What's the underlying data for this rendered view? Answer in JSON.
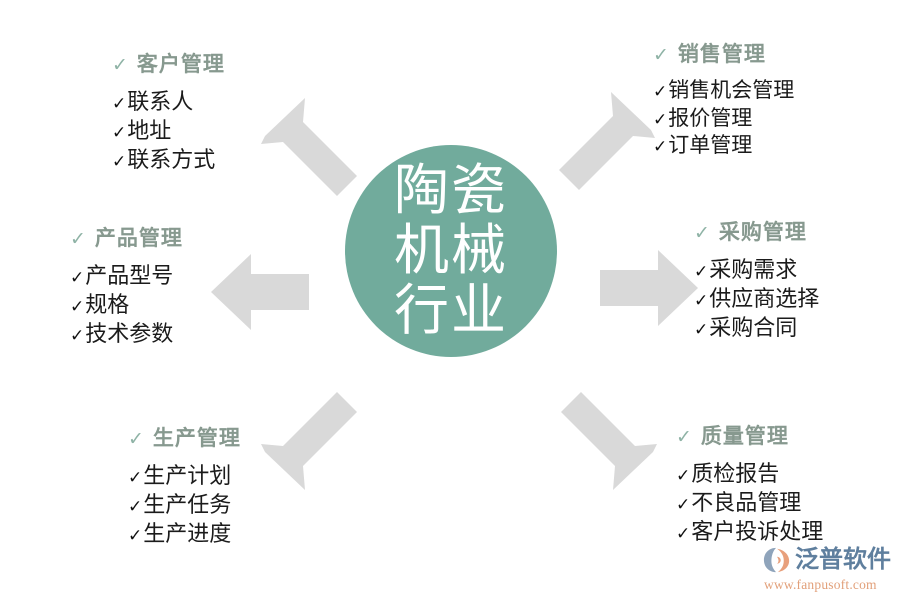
{
  "center": {
    "lines": [
      "陶瓷",
      "机械",
      "行业"
    ],
    "background_color": "#71ab9c",
    "text_color": "#ffffff"
  },
  "theme": {
    "heading_color": "#87998f",
    "heading_check_color": "#8fb3a6",
    "item_color": "#1b1b1b",
    "arrow_color": "#d9d9d9",
    "background": "#ffffff"
  },
  "sections": {
    "customer": {
      "check": "✓",
      "title": "客户管理",
      "items": [
        {
          "check": "✓",
          "label": "联系人"
        },
        {
          "check": "✓",
          "label": "地址"
        },
        {
          "check": "✓",
          "label": "联系方式"
        }
      ]
    },
    "sales": {
      "check": "✓",
      "title": "销售管理",
      "items": [
        {
          "check": "✓",
          "label": "销售机会管理"
        },
        {
          "check": "✓",
          "label": "报价管理"
        },
        {
          "check": "✓",
          "label": "订单管理"
        }
      ]
    },
    "product": {
      "check": "✓",
      "title": "产品管理",
      "items": [
        {
          "check": "✓",
          "label": "产品型号"
        },
        {
          "check": "✓",
          "label": "规格"
        },
        {
          "check": "✓",
          "label": "技术参数"
        }
      ]
    },
    "purchase": {
      "check": "✓",
      "title": "采购管理",
      "items": [
        {
          "check": "✓",
          "label": "采购需求"
        },
        {
          "check": "✓",
          "label": "供应商选择"
        },
        {
          "check": "✓",
          "label": "采购合同"
        }
      ]
    },
    "production": {
      "check": "✓",
      "title": "生产管理",
      "items": [
        {
          "check": "✓",
          "label": "生产计划"
        },
        {
          "check": "✓",
          "label": "生产任务"
        },
        {
          "check": "✓",
          "label": "生产进度"
        }
      ]
    },
    "quality": {
      "check": "✓",
      "title": "质量管理",
      "items": [
        {
          "check": "✓",
          "label": "质检报告"
        },
        {
          "check": "✓",
          "label": "不良品管理"
        },
        {
          "check": "✓",
          "label": "客户投诉处理"
        }
      ]
    }
  },
  "arrows": [
    {
      "name": "arrow-up-left",
      "direction": "up-left"
    },
    {
      "name": "arrow-up-right",
      "direction": "up-right"
    },
    {
      "name": "arrow-left",
      "direction": "left"
    },
    {
      "name": "arrow-right",
      "direction": "right"
    },
    {
      "name": "arrow-down-left",
      "direction": "down-left"
    },
    {
      "name": "arrow-down-right",
      "direction": "down-right"
    }
  ],
  "logo": {
    "name": "泛普软件",
    "url": "www.fanpusoft.com",
    "name_color": "#5f7f9e",
    "url_color": "#e2a07a"
  }
}
